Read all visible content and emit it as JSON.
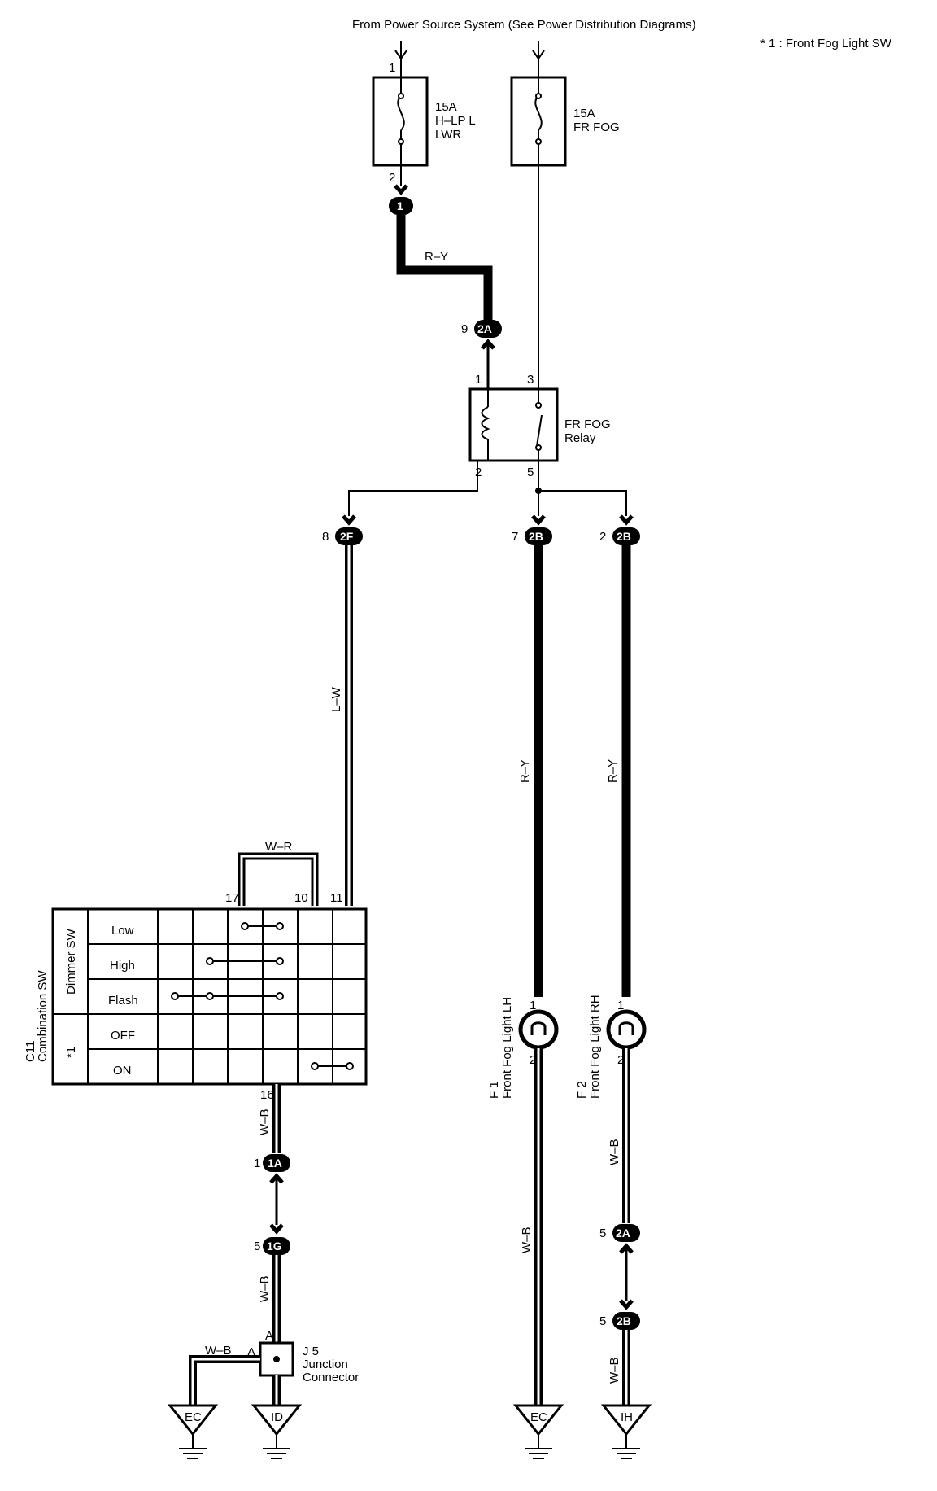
{
  "header": {
    "source_note": "From Power Source System (See Power Distribution Diagrams)",
    "footnote": "* 1 : Front Fog Light SW"
  },
  "fuses": [
    {
      "amp": "15A",
      "name_line1": "H–LP L",
      "name_line2": "LWR",
      "pin_in": "1",
      "pin_out": "2"
    },
    {
      "amp": "15A",
      "name_line1": "FR FOG",
      "name_line2": "",
      "pin_in": "",
      "pin_out": ""
    }
  ],
  "connectors": {
    "c1": "1",
    "c2a_top": "2A",
    "c2a_top_pin": "9",
    "c2f": "2F",
    "c2f_pin": "8",
    "c2b_lh": "2B",
    "c2b_lh_pin": "7",
    "c2b_rh": "2B",
    "c2b_rh_pin": "2",
    "c1a": "1A",
    "c1a_pin": "1",
    "c1g": "1G",
    "c1g_pin": "5",
    "c2a_rh": "2A",
    "c2a_rh_pin": "5",
    "c2b_rh_low": "2B",
    "c2b_rh_low_pin": "5"
  },
  "relay": {
    "label_line1": "FR FOG",
    "label_line2": "Relay",
    "pin1": "1",
    "pin2": "2",
    "pin3": "3",
    "pin5": "5"
  },
  "wires": {
    "ry_top": "R–Y",
    "lw": "L–W",
    "ry_lh": "R–Y",
    "ry_rh": "R–Y",
    "wr": "W–R",
    "wb_sw": "W–B",
    "wb_sw2": "W–B",
    "wb_lh": "W–B",
    "wb_rh": "W–B",
    "wb_rh2": "W–B",
    "wb_j": "W–B"
  },
  "switch": {
    "id": "C11",
    "name": "Combination SW",
    "dimmer_label": "Dimmer SW",
    "fog_label": "*1",
    "rows": [
      "Low",
      "High",
      "Flash",
      "OFF",
      "ON"
    ],
    "pins": {
      "p17": "17",
      "p10": "10",
      "p11": "11",
      "p16": "16"
    }
  },
  "lamps": [
    {
      "id": "F 1",
      "name": "Front Fog Light LH",
      "pin1": "1",
      "pin2": "2"
    },
    {
      "id": "F 2",
      "name": "Front Fog Light RH",
      "pin1": "1",
      "pin2": "2"
    }
  ],
  "junction": {
    "id": "J 5",
    "line1": "Junction",
    "line2": "Connector",
    "pin_a_top": "A",
    "pin_a_left": "A"
  },
  "grounds": [
    "EC",
    "ID",
    "EC",
    "IH"
  ]
}
